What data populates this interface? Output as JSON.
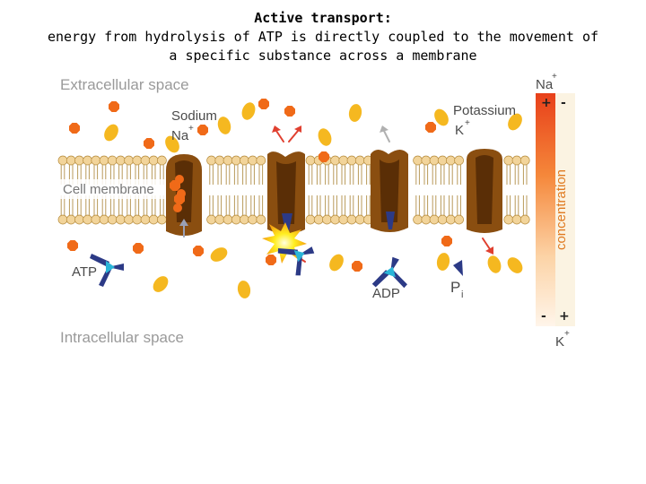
{
  "title": {
    "line1": "Active transport:",
    "line2": "energy from hydrolysis of ATP is directly coupled to the movement of",
    "line3": "a specific substance across a membrane"
  },
  "regions": {
    "extracellular": "Extracellular space",
    "intracellular": "Intracellular space",
    "membrane": "Cell membrane"
  },
  "labels": {
    "sodium": "Sodium",
    "sodium_symbol": "Na",
    "sodium_charge": "+",
    "potassium": "Potassium",
    "potassium_symbol": "K",
    "potassium_charge": "+",
    "atp": "ATP",
    "adp": "ADP",
    "pi": "P",
    "pi_sub": "i"
  },
  "gradient_bar": {
    "top_ion": "Na",
    "top_charge": "+",
    "bottom_ion": "K",
    "bottom_charge": "+",
    "axis_label": "concentration",
    "top_left_sign": "+",
    "top_right_sign": "-",
    "bottom_left_sign": "-",
    "bottom_right_sign": "+"
  },
  "colors": {
    "sodium": "#f06a18",
    "potassium": "#f5b820",
    "pump": "#8a4e10",
    "pump_dark": "#5a2e06",
    "atp": "#2c3a86",
    "phosphate_tip": "#2ab5d8",
    "lipid_head": "#f2d49a",
    "gradient_top": "#e8401a",
    "gradient_bottom": "#fff3e6"
  }
}
